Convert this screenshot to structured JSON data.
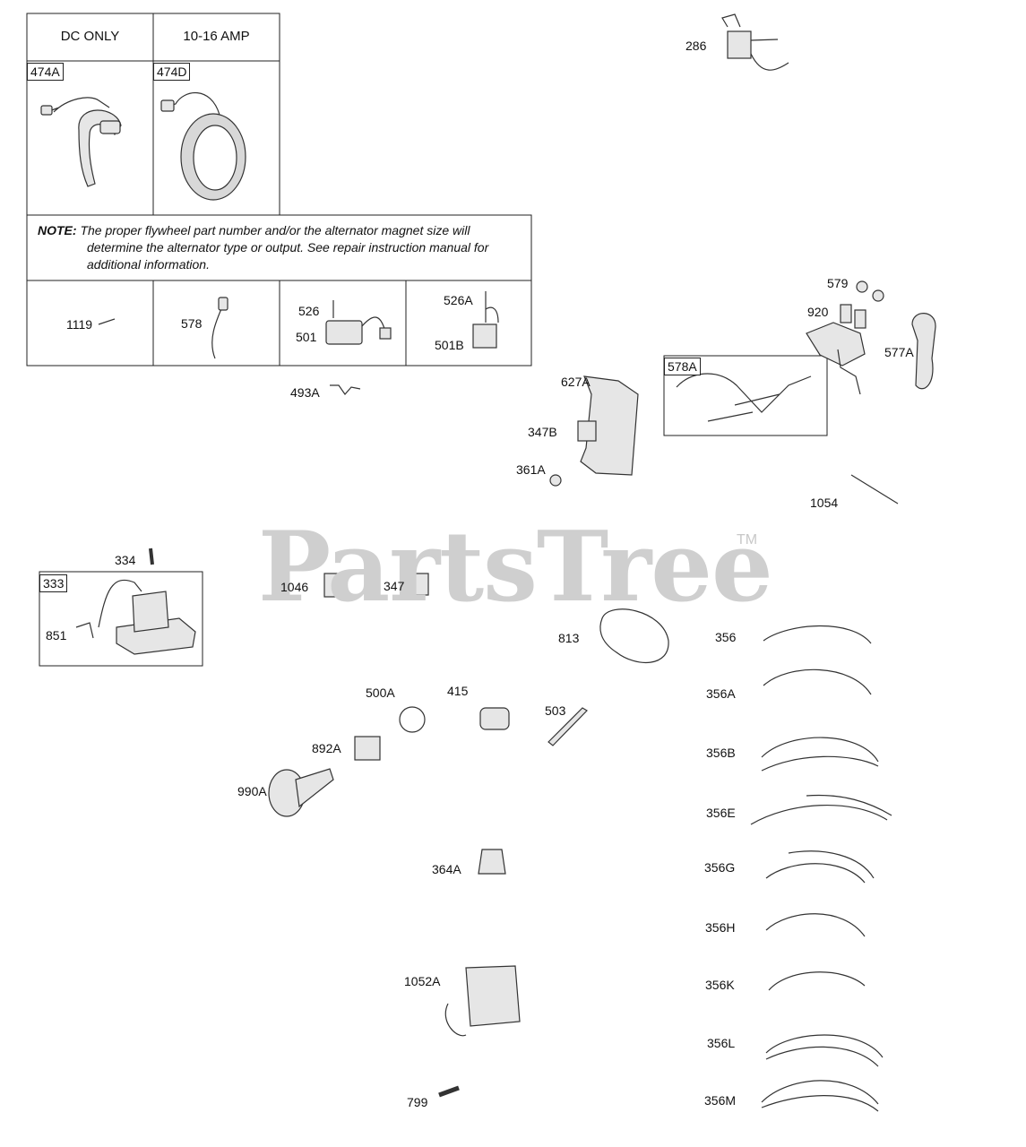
{
  "table": {
    "headers": [
      "DC ONLY",
      "10-16 AMP"
    ],
    "top_parts": [
      "474A",
      "474D"
    ],
    "note_label": "NOTE:",
    "note_line1": "The proper flywheel part number and/or the alternator magnet size will",
    "note_rest": "determine the alternator type or output. See repair instruction manual for additional information.",
    "bottom_cells": [
      {
        "labels": [
          "1119"
        ]
      },
      {
        "labels": [
          "578"
        ]
      },
      {
        "labels": [
          "526",
          "501"
        ]
      },
      {
        "labels": [
          "526A",
          "501B"
        ]
      }
    ]
  },
  "boxed_labels": [
    "333",
    "578A"
  ],
  "parts": [
    "286",
    "493A",
    "579",
    "920",
    "577A",
    "627A",
    "347B",
    "361A",
    "1054",
    "334",
    "851",
    "1046",
    "347",
    "813",
    "356",
    "356A",
    "356B",
    "356E",
    "356G",
    "356H",
    "356K",
    "356L",
    "356M",
    "500A",
    "415",
    "503",
    "892A",
    "990A",
    "364A",
    "1052A",
    "799"
  ],
  "watermark": {
    "text": "PartsTree",
    "tm": "TM",
    "color": "#cfcfcf"
  }
}
